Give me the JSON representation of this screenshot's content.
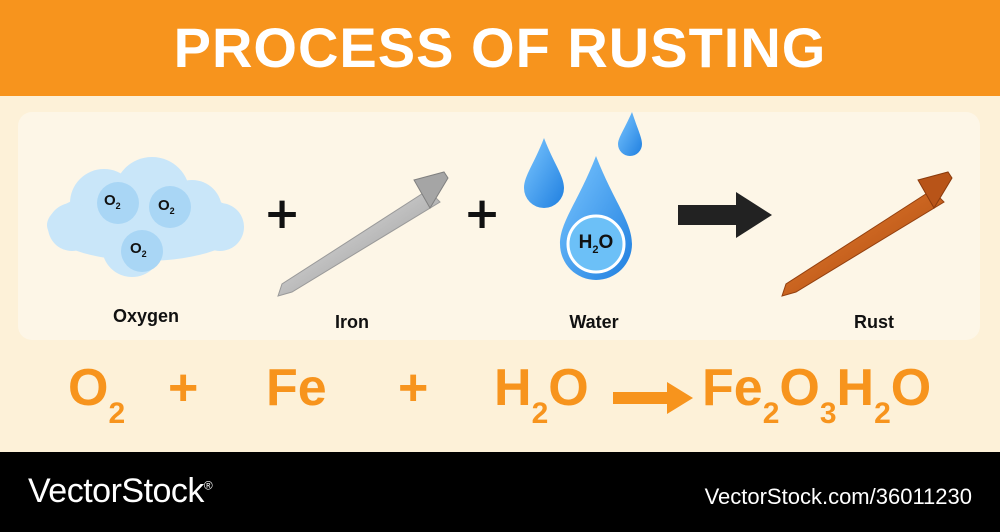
{
  "title": "PROCESS OF RUSTING",
  "colors": {
    "header_orange": "#f7941d",
    "background_cream": "#fdf1d8",
    "panel": "#fdf6e7",
    "cloud": "#c9e6f9",
    "water_blue": "#3a9bf0",
    "iron_gray": "#c9c9c9",
    "rust_orange": "#d2691e",
    "arrow_dark": "#222222",
    "footer_black": "#000000"
  },
  "reactants": [
    {
      "label": "Oxygen",
      "formula_main": "O",
      "formula_sub": "2",
      "icon": "oxygen-cloud-icon"
    },
    {
      "label": "Iron",
      "icon": "iron-nail-icon"
    },
    {
      "label": "Water",
      "formula_main": "H",
      "formula_sub": "2",
      "formula_tail": "O",
      "icon": "water-drop-icon"
    }
  ],
  "operators": {
    "plus": "+"
  },
  "product": {
    "label": "Rust",
    "icon": "rusty-nail-icon"
  },
  "equation": {
    "oxygen": {
      "main": "O",
      "sub": "2"
    },
    "plus": "+",
    "iron": "Fe",
    "water": {
      "h": "H",
      "sub": "2",
      "o": "O"
    },
    "rust": {
      "fe": "Fe",
      "fe_sub": "2",
      "o": "O",
      "o_sub": "3",
      "h": "H",
      "h_sub": "2",
      "h2o_o": "O"
    }
  },
  "footer": {
    "brand": "VectorStock",
    "brand_mark": "®",
    "image_id": "VectorStock.com/36011230"
  }
}
